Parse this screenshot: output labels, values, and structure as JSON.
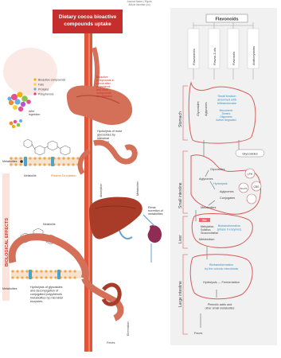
{
  "header": {
    "topline": "Journal Name | Figure",
    "subline": "Article Number (xx)"
  },
  "left": {
    "banner_lines": [
      "Dietary cocoa bioactive",
      "compounds uptake"
    ],
    "legend": [
      "Bioactive compounds",
      "Fats",
      "Proteins",
      "Polyphenols"
    ],
    "after_ingestion": [
      "After",
      "ingestion"
    ],
    "stomach_note": [
      "Bioactive",
      "compounds in",
      "cocoa after",
      "polyphenol",
      "and other",
      "compounds",
      "are digested"
    ],
    "hydrolysis_note": [
      "Hydrolysis of most",
      "glycosides by",
      "intestinal",
      "enzymes"
    ],
    "metabolites_1": "Metabolites",
    "metabolite_small_1": "Metabolite",
    "plasma_label": "Plasma Circulation",
    "renal_note": [
      "Renal",
      "excretion of",
      "metabolites"
    ],
    "metabolism_label": "Metabolism",
    "side_label": "BIOLOGICAL EFFECTS",
    "metabolite_small_2": "Metabolite",
    "metabolites_2": "Metabolites",
    "colon_note": [
      "Hydrolysis of glycosides",
      "and deconjugation of",
      "conjugated polyphenols",
      "metabolites by microbial",
      "enzymes."
    ],
    "absorption_label": "Absorption",
    "elimination_label": "Elimination",
    "feces_label": "Feces"
  },
  "right": {
    "title": "Flavonoids",
    "classes": [
      "Flavanones",
      "Flavan-3-ols",
      "Flavonols",
      "Anthocyanins"
    ],
    "sections": [
      "Stomach",
      "Small intestine",
      "Liver",
      "Large intestine"
    ],
    "stomach_inner": [
      "Glycosides",
      "Aglycones"
    ],
    "stomach_note": [
      "Small fraction",
      "absorbed with",
      "bilitranslocase"
    ],
    "ferment_note": [
      "Monomeric",
      "Dimers",
      "Oligomers",
      "further degraded"
    ],
    "glycosides_label": "Glycosides",
    "si_labels": [
      "Glycosides",
      "Aglycones",
      "Hydrolysis",
      "Aglycones",
      "Conjugates",
      "Metabolites"
    ],
    "enzymes": [
      "LPH",
      "CBG",
      "SGLT1"
    ],
    "liver_labels": [
      "Bile",
      "Methylation,",
      "Sulfation,",
      "Glucuronidation"
    ],
    "liver_note": [
      "Biotransformation",
      "(phase II enzymes)"
    ],
    "metabolism_label": "Metabolism",
    "li_note": [
      "Biotransformation",
      "by the colonic microbiota"
    ],
    "li_line": "Hydrolysis → Fermentation",
    "li_end": [
      "Phenolic acids and",
      "other small metabolites"
    ],
    "feces_label": "Feces"
  }
}
